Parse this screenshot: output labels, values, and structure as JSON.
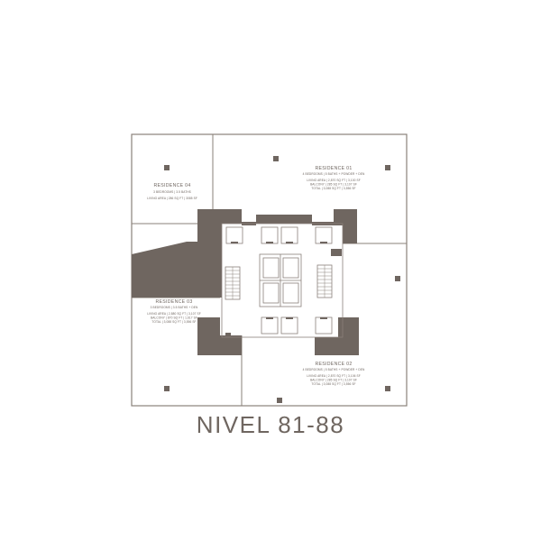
{
  "floor_plan": {
    "level_title": "NIVEL 81-88",
    "residences": [
      {
        "id": "residence-04",
        "title": "RESIDENCE 04",
        "details": [
          "3 BEDROOMS | 3.5 BATHS",
          "LIVING AREA | 286 SQ FT | 3085 SF"
        ]
      },
      {
        "id": "residence-01",
        "title": "RESIDENCE 01",
        "details": [
          "4 BEDROOMS | 5 BATHS + POWDER + DEN",
          "LIVING AREA | 2,870 SQ FT | 3,100 SF",
          "BALCONY | 285 SQ FT | 3,107 SF",
          "TOTAL | 3,088 SQ FT | 3,556 SF"
        ]
      },
      {
        "id": "residence-03",
        "title": "RESIDENCE 03",
        "details": [
          "3 BEDROOMS | 3.5 BATHS + DEN",
          "LIVING AREA | 2,880 SQ FT | 3,107 SF",
          "BALCONY | 870 SQ FT | 1,617 SF",
          "TOTAL | 3,088 SQ FT | 3,556 SF"
        ]
      },
      {
        "id": "residence-02",
        "title": "RESIDENCE 02",
        "details": [
          "4 BEDROOMS | 5 BATHS + POWDER + DEN",
          "LIVING AREA | 2,870 SQ FT | 3,106 SF",
          "BALCONY | 285 SQ FT | 3,107 SF",
          "TOTAL | 3,088 SQ FT | 3,556 SF"
        ]
      }
    ],
    "colors": {
      "wall": "#6f6660",
      "outline": "#8a817a",
      "background": "#ffffff"
    }
  }
}
